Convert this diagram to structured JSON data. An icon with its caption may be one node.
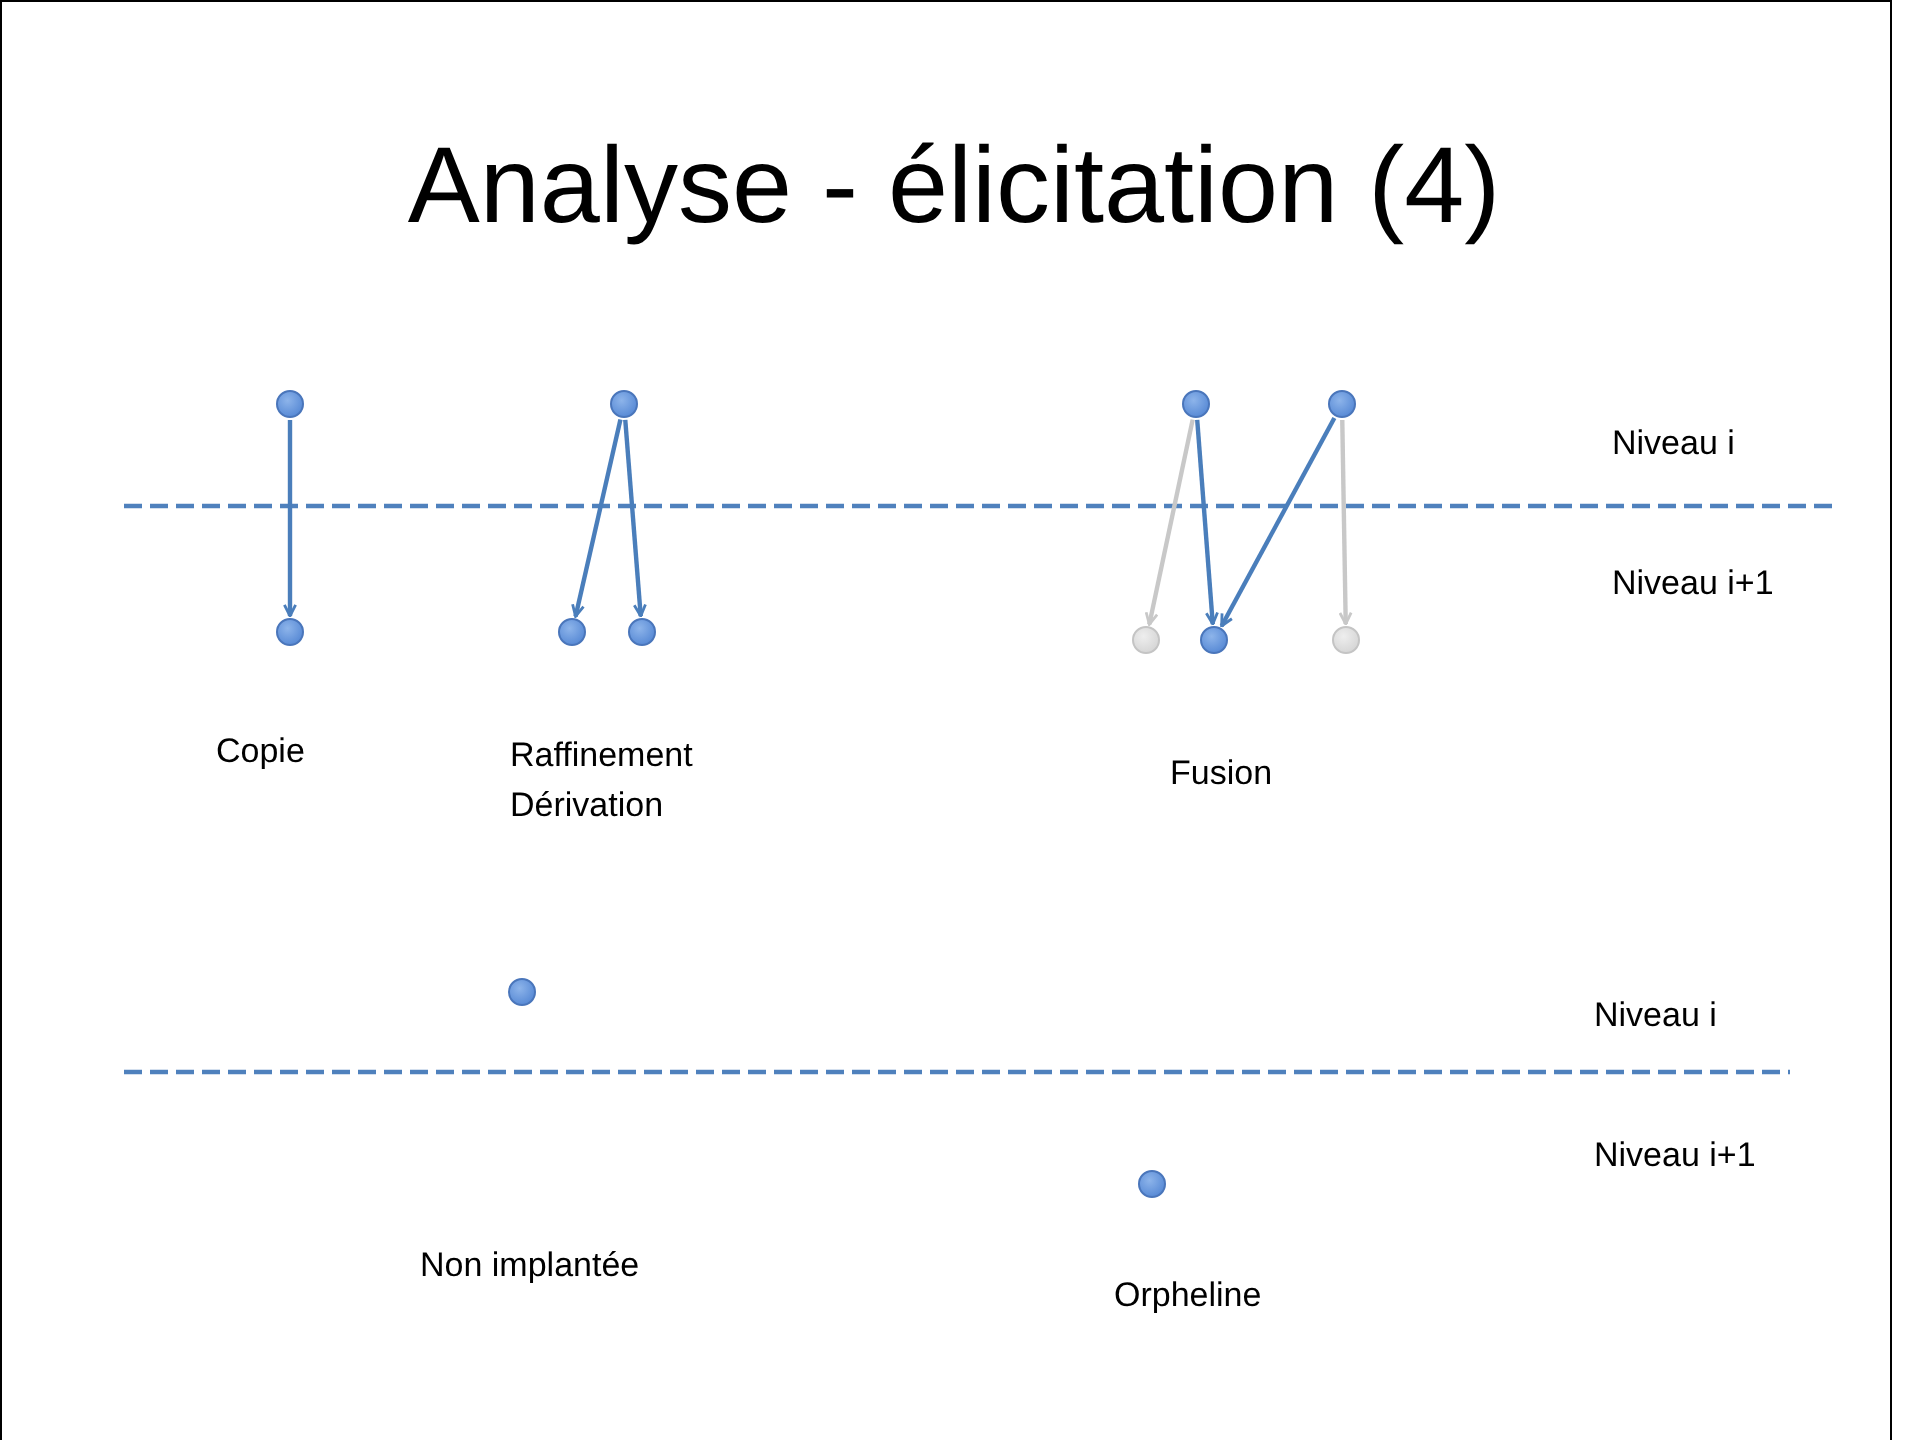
{
  "diagram": {
    "title": "Analyse - élicitation (4)",
    "nodes": [
      {
        "text": [],
        "shape": "circle"
      },
      {
        "text": [],
        "shape": "circle"
      },
      {
        "text": [],
        "shape": "circle"
      },
      {
        "text": [],
        "shape": "circle"
      },
      {
        "text": [],
        "shape": "circle"
      },
      {
        "text": [],
        "shape": "circle"
      },
      {
        "text": [],
        "shape": "circle"
      },
      {
        "text": [],
        "shape": "circle"
      },
      {
        "text": [],
        "shape": "circle"
      },
      {
        "text": [],
        "shape": "circle"
      },
      {
        "text": [],
        "shape": "circle"
      },
      {
        "text": [],
        "shape": "circle"
      }
    ],
    "edges": [
      {
        "from": 0,
        "to": 1,
        "arrow": "to"
      },
      {
        "from": 2,
        "to": 3,
        "arrow": "to"
      },
      {
        "from": 2,
        "to": 4,
        "arrow": "to"
      },
      {
        "from": 5,
        "to": 7,
        "arrow": "to",
        "color": "#c8c8c8"
      },
      {
        "from": 5,
        "to": 8,
        "arrow": "to"
      },
      {
        "from": 6,
        "to": 8,
        "arrow": "to"
      },
      {
        "from": 6,
        "to": 9,
        "arrow": "to",
        "color": "#c8c8c8"
      }
    ],
    "labels": [
      "Niveau i",
      "Niveau i+1",
      "Copie",
      "Raffinement Dérivation",
      "Fusion",
      "Niveau i",
      "Niveau i+1",
      "Non implantée",
      "Orpheline"
    ]
  }
}
